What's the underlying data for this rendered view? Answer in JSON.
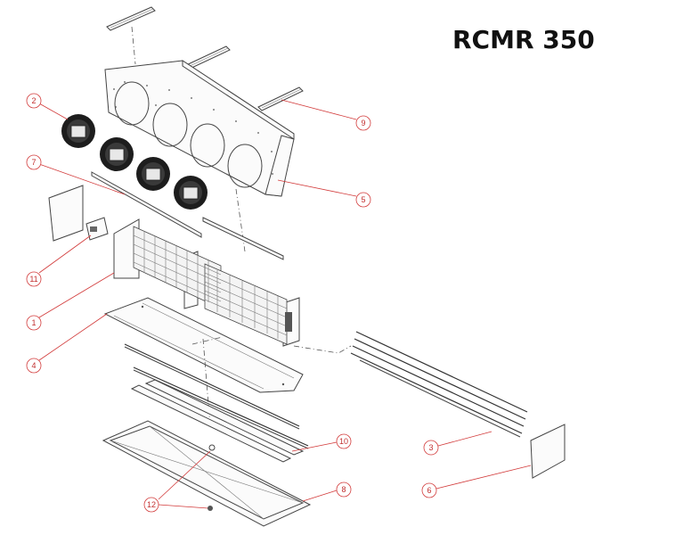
{
  "title": "RCMR 350",
  "callouts": [
    {
      "id": "c1",
      "label": "1"
    },
    {
      "id": "c2",
      "label": "2"
    },
    {
      "id": "c3",
      "label": "3"
    },
    {
      "id": "c4",
      "label": "4"
    },
    {
      "id": "c5",
      "label": "5"
    },
    {
      "id": "c6",
      "label": "6"
    },
    {
      "id": "c7",
      "label": "7"
    },
    {
      "id": "c8",
      "label": "8"
    },
    {
      "id": "c9",
      "label": "9"
    },
    {
      "id": "c10",
      "label": "10"
    },
    {
      "id": "c11",
      "label": "11"
    },
    {
      "id": "c12",
      "label": "12"
    }
  ],
  "colors": {
    "callout": "#d23a3a",
    "line": "#444444"
  }
}
